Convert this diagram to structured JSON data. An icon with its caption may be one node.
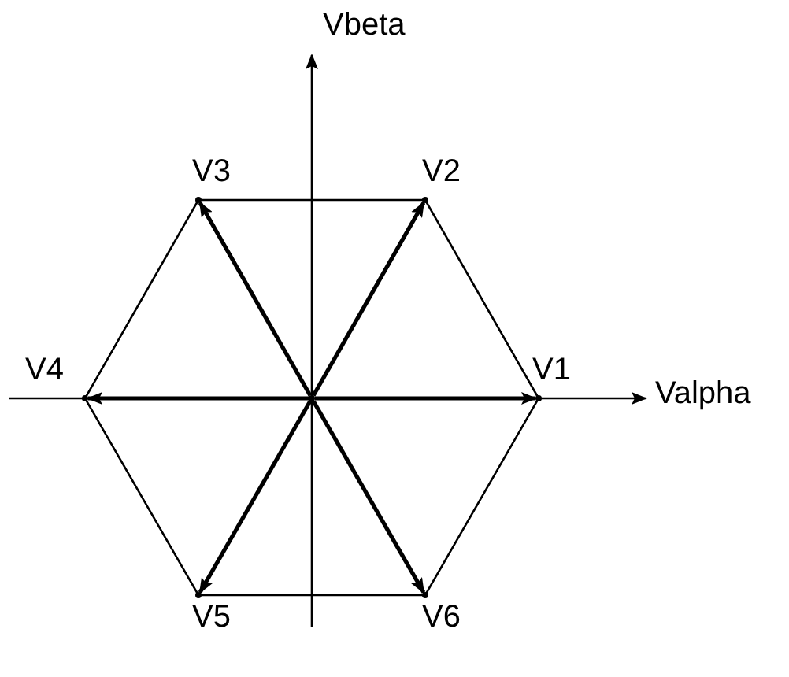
{
  "diagram": {
    "nodes": [
      {
        "text": [],
        "shape": "point"
      },
      {
        "text": [],
        "shape": "point",
        "beside": [
          "V1"
        ]
      },
      {
        "text": [],
        "shape": "point",
        "beside": [
          "V2"
        ]
      },
      {
        "text": [],
        "shape": "point",
        "beside": [
          "V3"
        ]
      },
      {
        "text": [],
        "shape": "point",
        "beside": [
          "V4"
        ]
      },
      {
        "text": [],
        "shape": "point",
        "beside": [
          "V5"
        ]
      },
      {
        "text": [],
        "shape": "point",
        "beside": [
          "V6"
        ]
      }
    ],
    "edges": [
      {
        "from": 0,
        "to": 1,
        "arrow": "to"
      },
      {
        "from": 0,
        "to": 2,
        "arrow": "to"
      },
      {
        "from": 0,
        "to": 3,
        "arrow": "to"
      },
      {
        "from": 0,
        "to": 4,
        "arrow": "to"
      },
      {
        "from": 0,
        "to": 5,
        "arrow": "to"
      },
      {
        "from": 0,
        "to": 6,
        "arrow": "to"
      }
    ],
    "labels": [
      "Vbeta",
      "Valpha"
    ]
  }
}
